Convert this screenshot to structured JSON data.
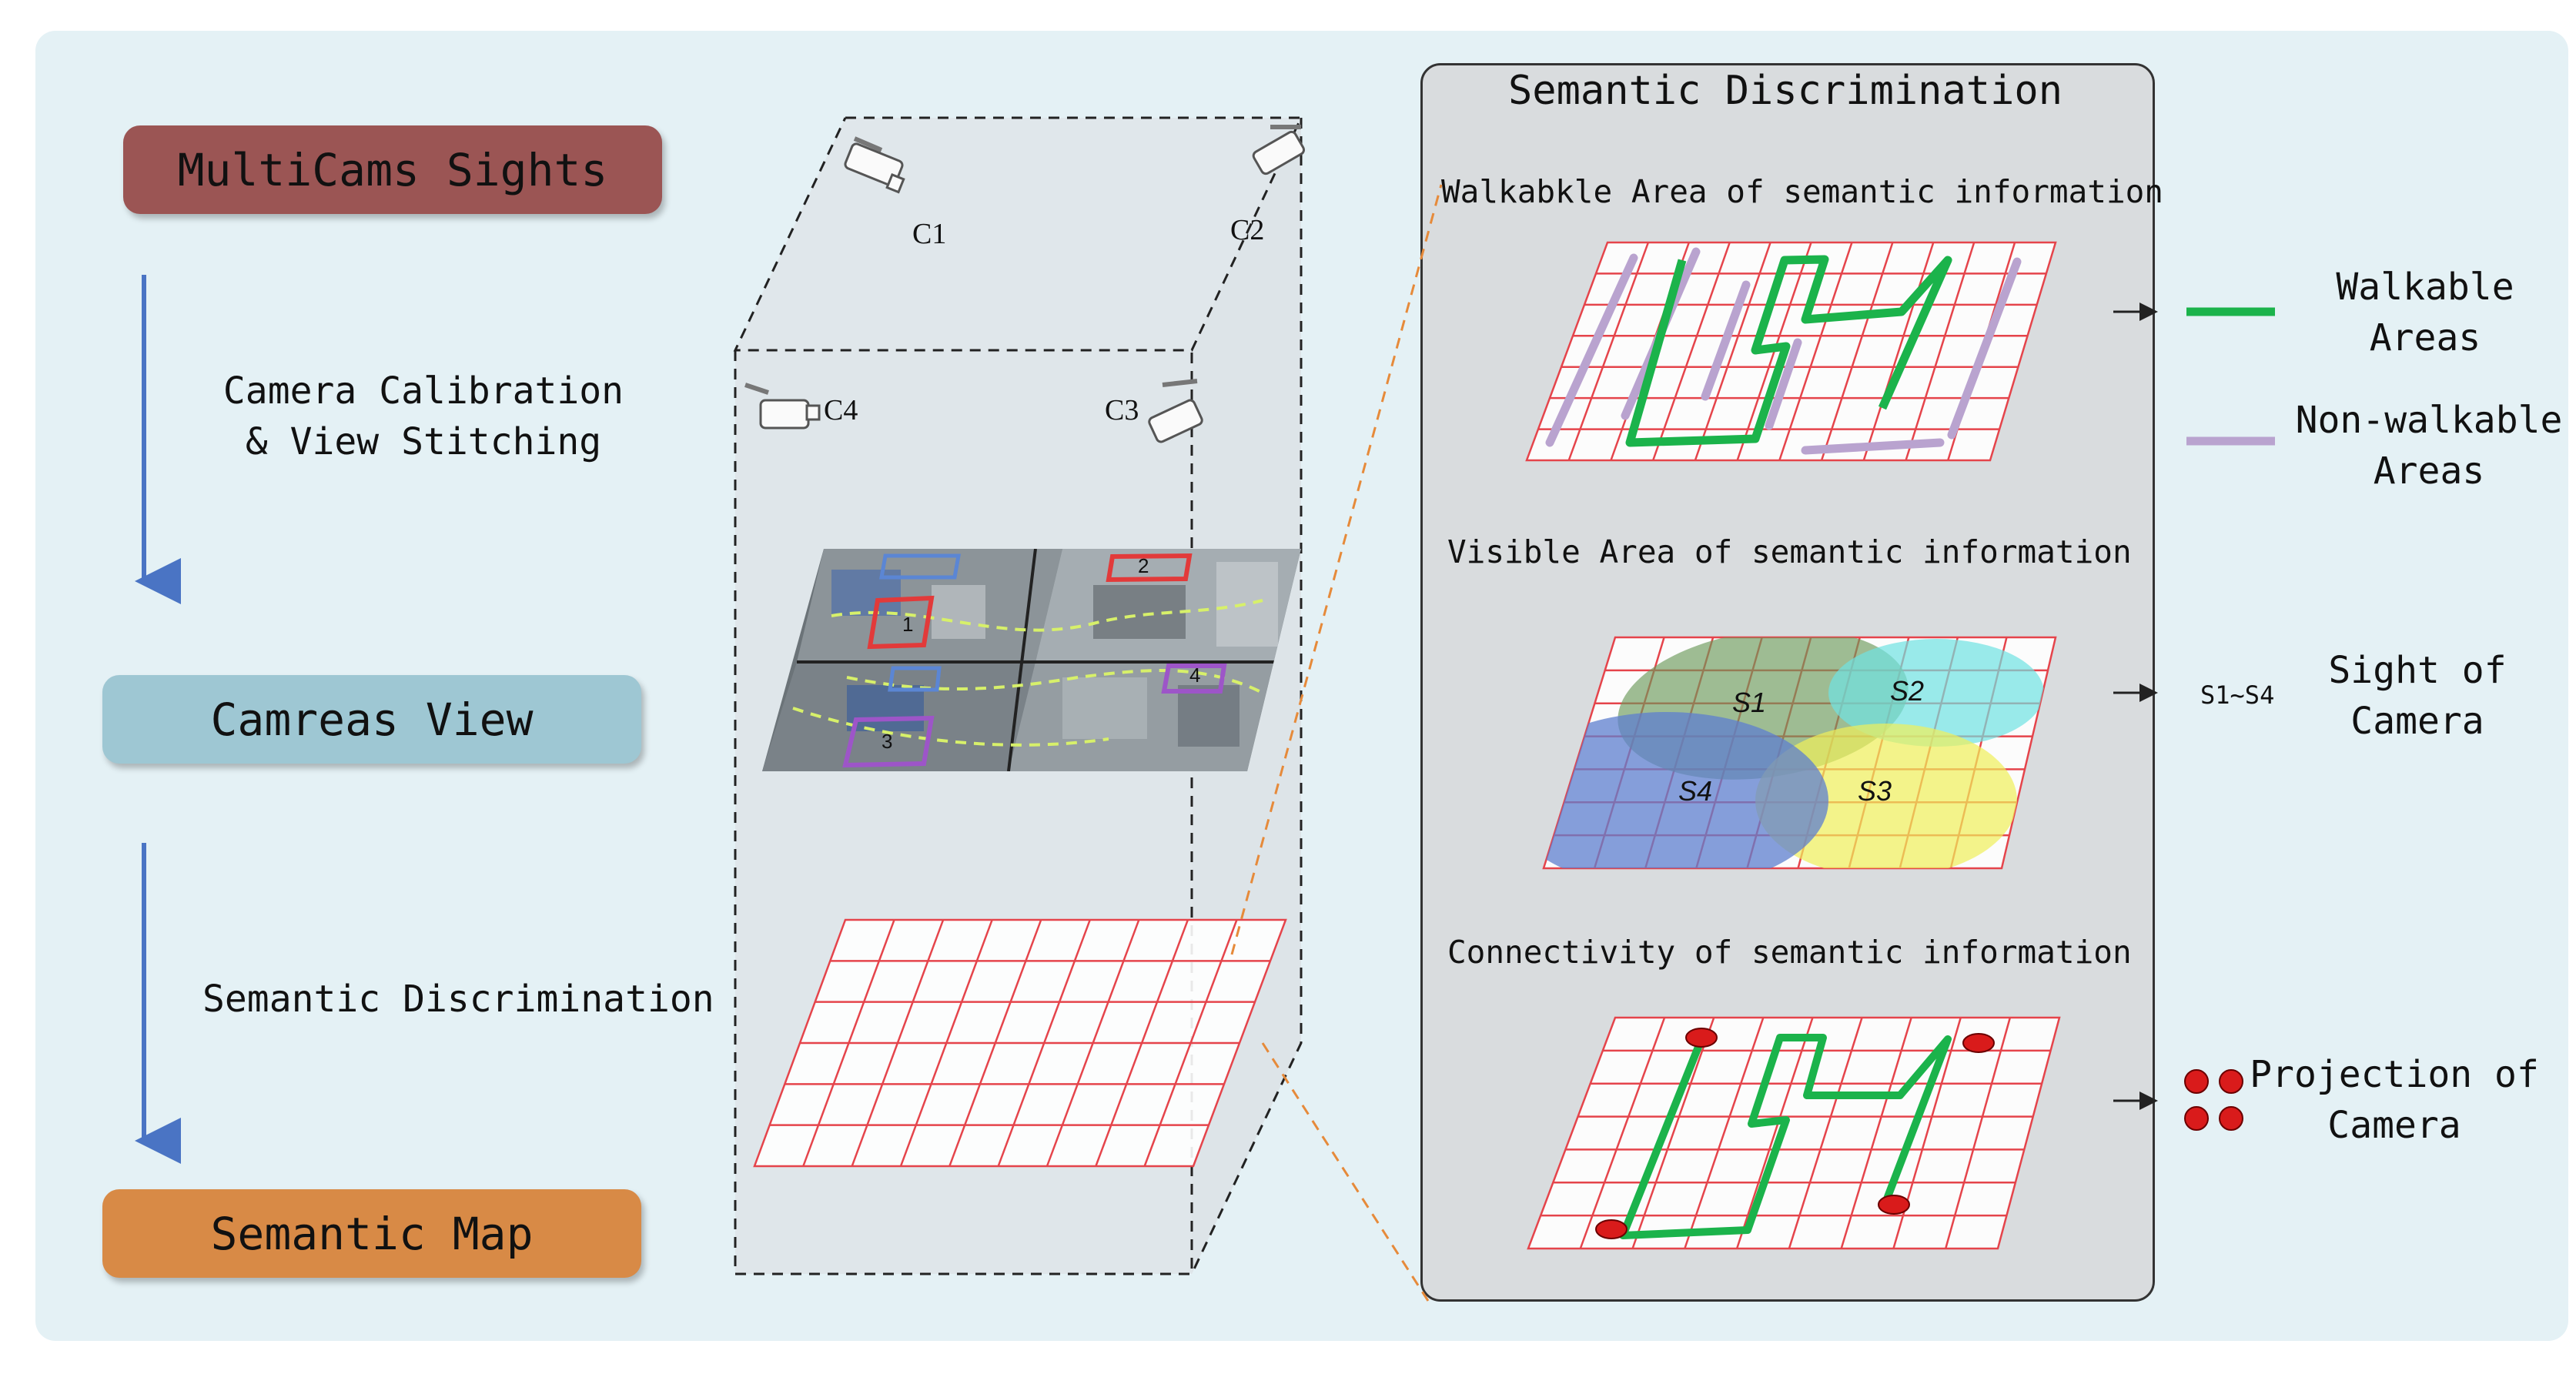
{
  "left_flow": {
    "step1": "MultiCams Sights",
    "arrow1_label_line1": "Camera Calibration",
    "arrow1_label_line2": "& View Stitching",
    "step2": "Camreas View",
    "arrow2_label": "Semantic Discrimination",
    "step3": "Semantic Map"
  },
  "colors": {
    "step1": "#9b5554",
    "step2": "#9ec7d3",
    "step3": "#d88a46",
    "walkable": "#1bb34b",
    "non_walkable": "#b9a3cf",
    "grid": "#e5444b",
    "panel_bg": "#d9dcde",
    "flow_arrow": "#4a74c4"
  },
  "cube": {
    "cameras": [
      "C1",
      "C2",
      "C3",
      "C4"
    ],
    "view_tiles": [
      "1",
      "2",
      "3",
      "4"
    ]
  },
  "panel": {
    "title": "Semantic Discrimination",
    "section1_title": "Walkabkle Area of semantic information",
    "section2_title": "Visible Area of semantic information",
    "section3_title": "Connectivity of semantic information",
    "sights": [
      "S1",
      "S2",
      "S3",
      "S4"
    ]
  },
  "legend": {
    "walkable_line1": "Walkable",
    "walkable_line2": "Areas",
    "non_walkable_line1": "Non-walkable",
    "non_walkable_line2": "Areas",
    "sight_marker": "S1~S4",
    "sight_line1": "Sight of",
    "sight_line2": "Camera",
    "projection_line1": "Projection of",
    "projection_line2": "Camera"
  }
}
